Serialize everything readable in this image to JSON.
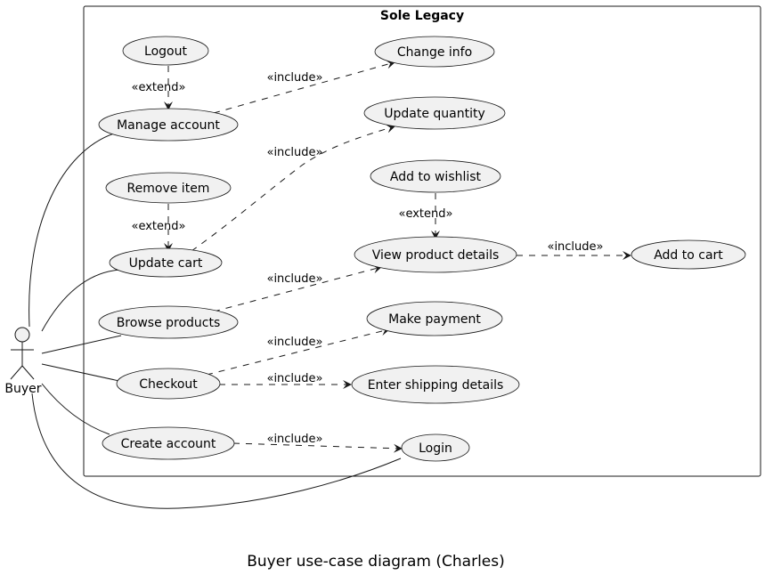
{
  "system": {
    "title": "Sole Legacy"
  },
  "actor": {
    "name": "Buyer"
  },
  "caption": "Buyer use-case diagram (Charles)",
  "use_cases": {
    "logout": "Logout",
    "manage_account": "Manage account",
    "change_info": "Change info",
    "update_quantity": "Update quantity",
    "remove_item": "Remove item",
    "update_cart": "Update cart",
    "add_to_wishlist": "Add to wishlist",
    "view_product_details": "View product details",
    "add_to_cart": "Add to cart",
    "browse_products": "Browse products",
    "make_payment": "Make payment",
    "checkout": "Checkout",
    "enter_shipping_details": "Enter shipping details",
    "create_account": "Create account",
    "login": "Login"
  },
  "stereotypes": {
    "include": "«include»",
    "extend": "«extend»"
  }
}
